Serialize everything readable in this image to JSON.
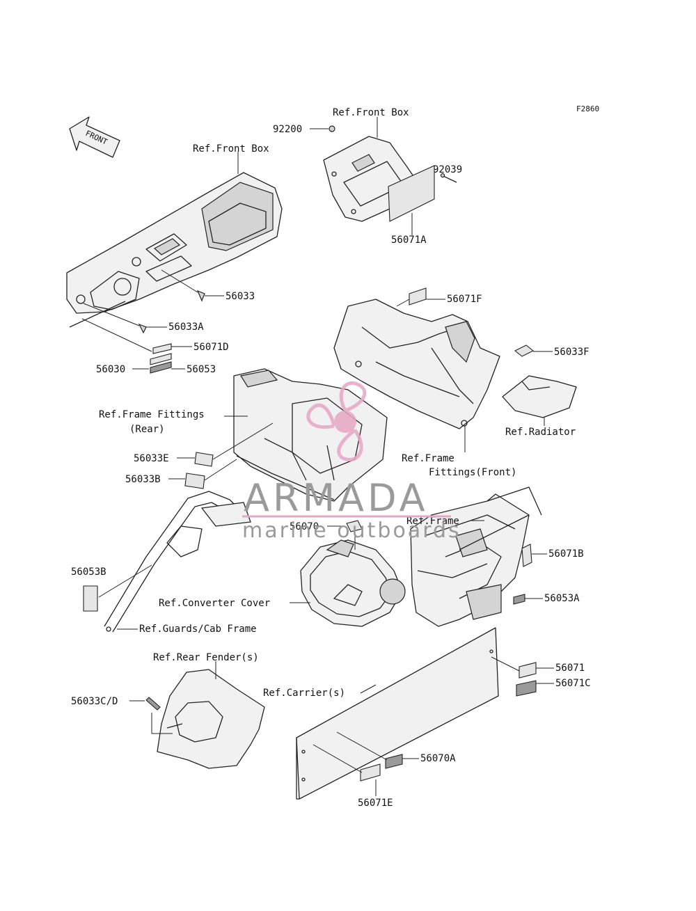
{
  "figure_code": "F2860",
  "front_arrow": {
    "label": "FRONT"
  },
  "watermark": {
    "brand": "ARMADA",
    "tagline": "marine outboards",
    "color_logo": "#e7a6c4",
    "color_text": "#9a9a9a"
  },
  "callouts": {
    "ref_front_box_top": "Ref.Front Box",
    "p92200": "92200",
    "p92039": "92039",
    "p56071A": "56071A",
    "ref_front_box_left": "Ref.Front Box",
    "p56033": "56033",
    "p56033A": "56033A",
    "p56071D": "56071D",
    "p56030": "56030",
    "p56053": "56053",
    "p56071F": "56071F",
    "p56033F": "56033F",
    "ref_radiator": "Ref.Radiator",
    "ref_frame_fittings_rear_1": "Ref.Frame Fittings",
    "ref_frame_fittings_rear_2": "(Rear)",
    "p56033E": "56033E",
    "p56033B": "56033B",
    "ref_frame_fittings_front_1": "Ref.Frame",
    "ref_frame_fittings_front_2": "Fittings(Front)",
    "ref_frame": "Ref.Frame",
    "p56070": "56070",
    "p56071B": "56071B",
    "p56053B": "56053B",
    "ref_converter_cover": "Ref.Converter Cover",
    "p56053A": "56053A",
    "ref_guards_cab_frame": "Ref.Guards/Cab Frame",
    "ref_rear_fenders": "Ref.Rear Fender(s)",
    "p56071": "56071",
    "p56071C": "56071C",
    "p56033CD": "56033C/D",
    "ref_carriers": "Ref.Carrier(s)",
    "p56070A": "56070A",
    "p56071E": "56071E"
  }
}
